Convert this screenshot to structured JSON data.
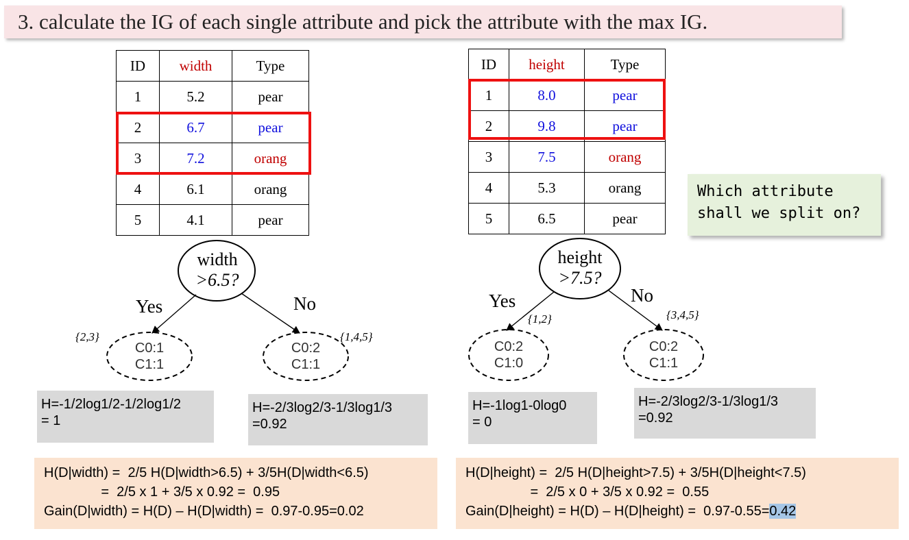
{
  "title": "3. calculate the IG of each single attribute and pick the attribute with the max IG.",
  "width_table": {
    "headers": [
      "ID",
      "width",
      "Type"
    ],
    "rows": [
      [
        "1",
        "5.2",
        "pear"
      ],
      [
        "2",
        "6.7",
        "pear"
      ],
      [
        "3",
        "7.2",
        "orang"
      ],
      [
        "4",
        "6.1",
        "orang"
      ],
      [
        "5",
        "4.1",
        "pear"
      ]
    ]
  },
  "height_table": {
    "headers": [
      "ID",
      "height",
      "Type"
    ],
    "rows": [
      [
        "1",
        "8.0",
        "pear"
      ],
      [
        "2",
        "9.8",
        "pear"
      ],
      [
        "3",
        "7.5",
        "orang"
      ],
      [
        "4",
        "5.3",
        "orang"
      ],
      [
        "5",
        "6.5",
        "pear"
      ]
    ]
  },
  "callout": {
    "line1": "Which attribute",
    "line2": "shall we split on?"
  },
  "width_tree": {
    "node_line1": "width",
    "node_line2": ">6.5?",
    "yes": "Yes",
    "no": "No",
    "left_set": "{2,3}",
    "right_set": "{1,4,5}",
    "left_leaf": [
      "C0:1",
      "C1:1"
    ],
    "right_leaf": [
      "C0:2",
      "C1:1"
    ],
    "left_entropy": [
      "H=-1/2log1/2-1/2log1/2",
      "= 1"
    ],
    "right_entropy": [
      "H=-2/3log2/3-1/3log1/3",
      "=0.92"
    ]
  },
  "height_tree": {
    "node_line1": "height",
    "node_line2": ">7.5?",
    "yes": "Yes",
    "no": "No",
    "left_set": "{1,2}",
    "right_set": "{3,4,5}",
    "left_leaf": [
      "C0:2",
      "C1:0"
    ],
    "right_leaf": [
      "C0:2",
      "C1:1"
    ],
    "left_entropy": [
      "H=-1log1-0log0",
      "= 0"
    ],
    "right_entropy": [
      "H=-2/3log2/3-1/3log1/3",
      "=0.92"
    ]
  },
  "width_gain": {
    "line1": "H(D|width) =  2/5 H(D|width>6.5) + 3/5H(D|width<6.5)",
    "line2": "               =  2/5 x 1 + 3/5 x 0.92 =  0.95",
    "line3": "Gain(D|width) = H(D) – H(D|width) =  0.97-0.95=0.02"
  },
  "height_gain": {
    "line1": "H(D|height) =  2/5 H(D|height>7.5) + 3/5H(D|height<7.5)",
    "line2": "                 =  2/5 x 0 + 3/5 x 0.92 =  0.55",
    "line3_prefix": "Gain(D|height) = H(D) – H(D|height) =  0.97-0.55=",
    "line3_highlight": "0.42"
  },
  "colors": {
    "attr_header": "#c00000",
    "highlight_text": "#1010dd",
    "orang_highlight": "#c00000",
    "highlight_box": "#ee1111",
    "title_bg": "#f9e4e6",
    "callout_bg": "#e6f1dc",
    "entropy_bg": "#d9d9d9",
    "gain_bg": "#fbe3d0",
    "gain_highlight": "#a6c6e6"
  }
}
